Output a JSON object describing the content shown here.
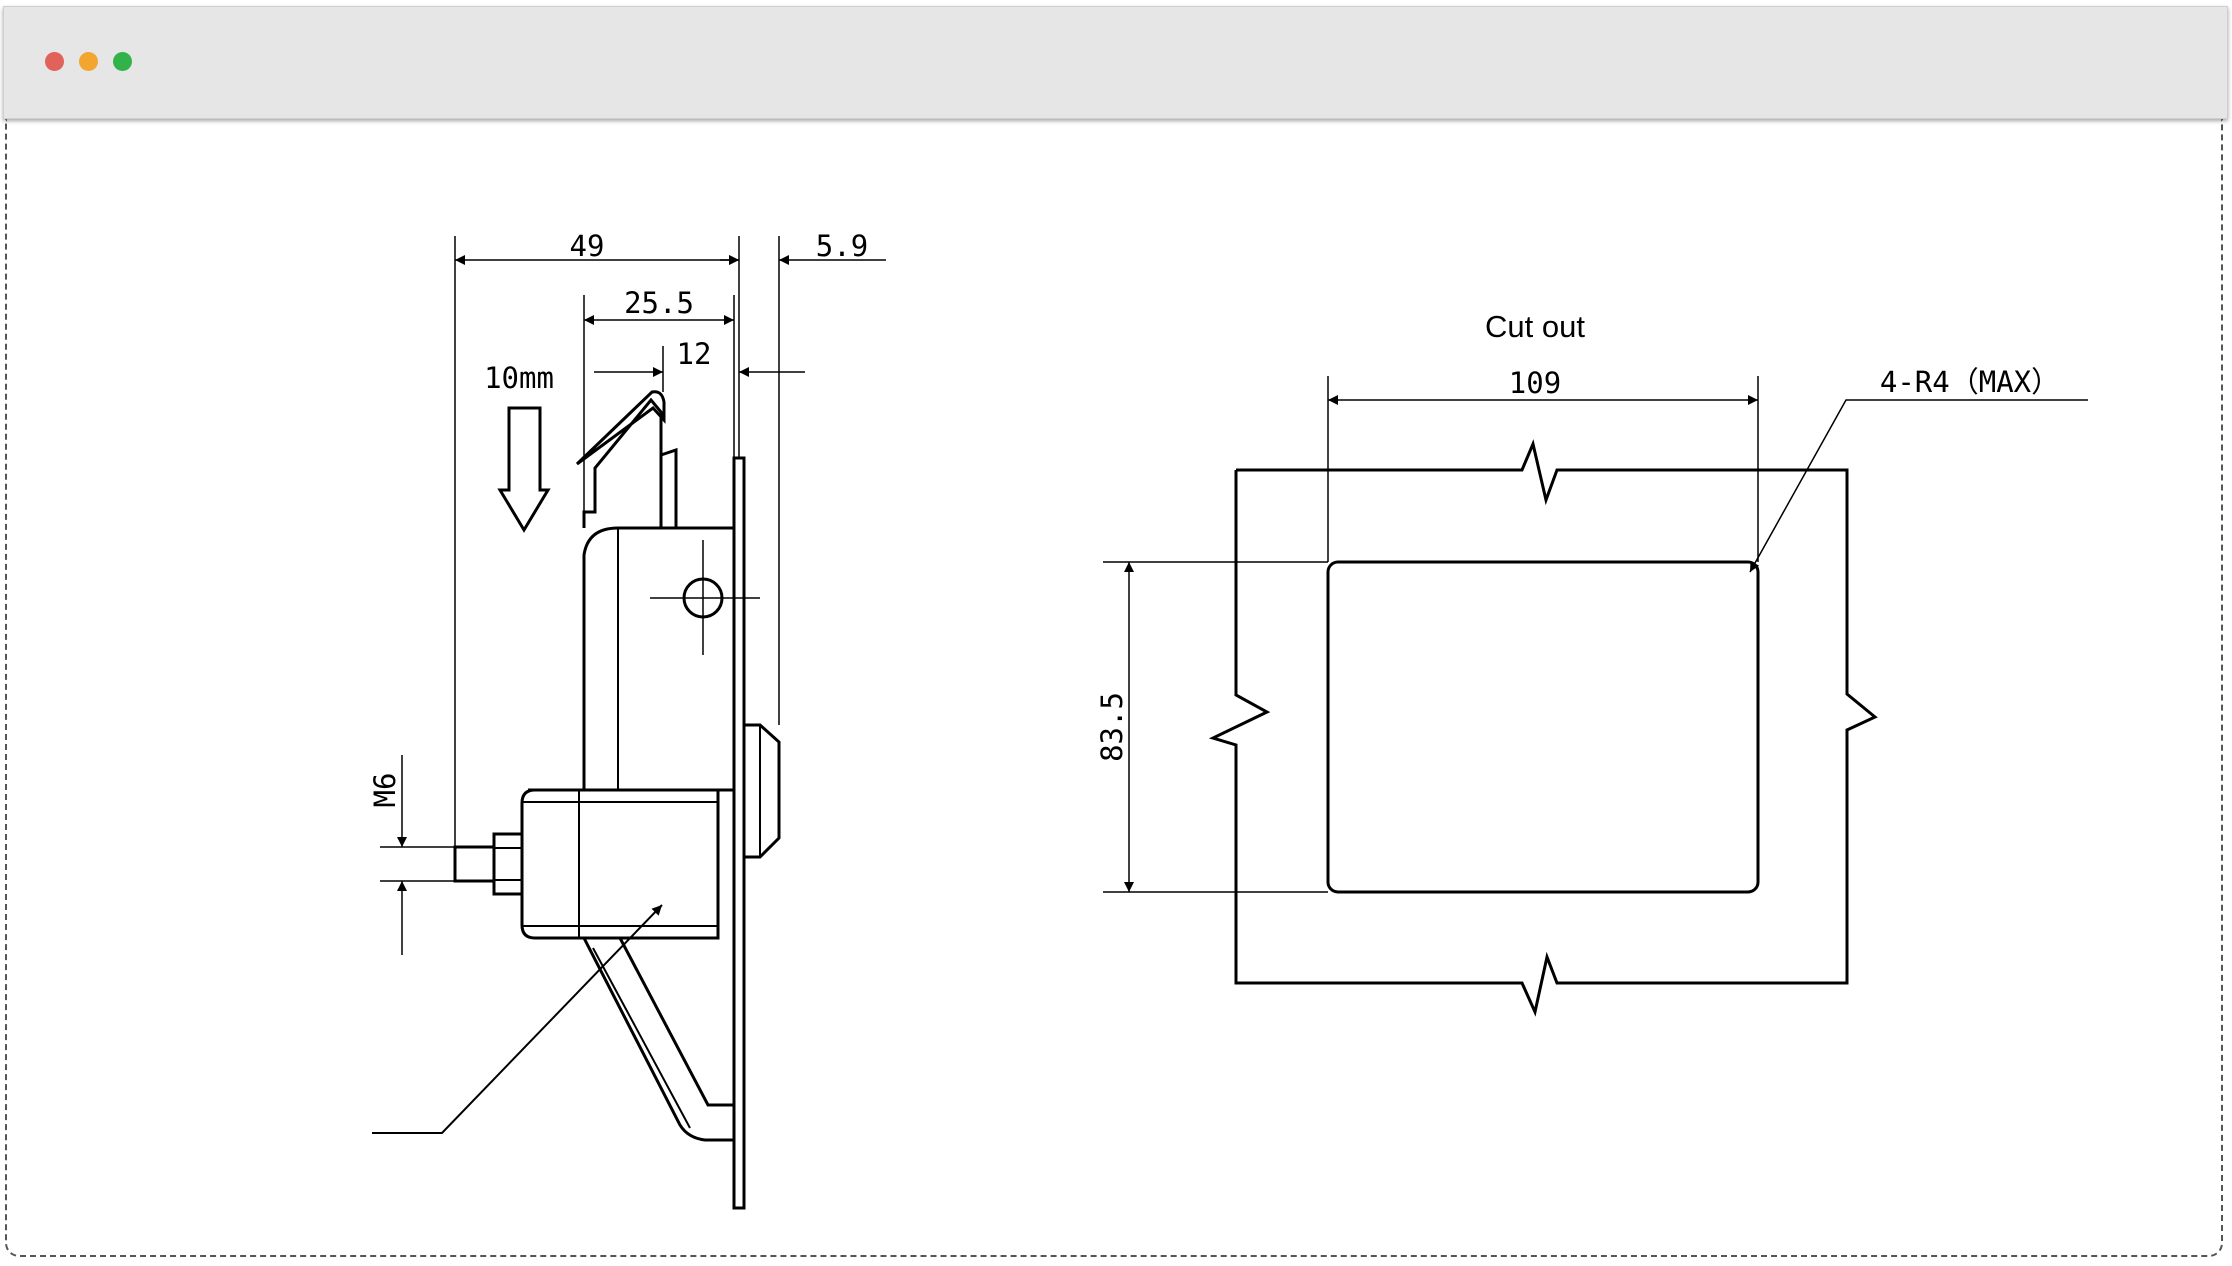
{
  "window": {
    "controls": [
      "close",
      "minimize",
      "maximize"
    ],
    "colors": {
      "close": "#e0625a",
      "minimize": "#f2a52f",
      "maximize": "#32b34a",
      "titlebar": "#e6e6e6"
    }
  },
  "side_view": {
    "dim_overall": "49",
    "dim_body": "25.5",
    "dim_handle": "12",
    "dim_plate": "5.9",
    "travel": "10mm",
    "thread": "M6"
  },
  "cutout": {
    "title": "Cut out",
    "width": "109",
    "height": "83.5",
    "radius_note": "4-R4（MAX）"
  }
}
